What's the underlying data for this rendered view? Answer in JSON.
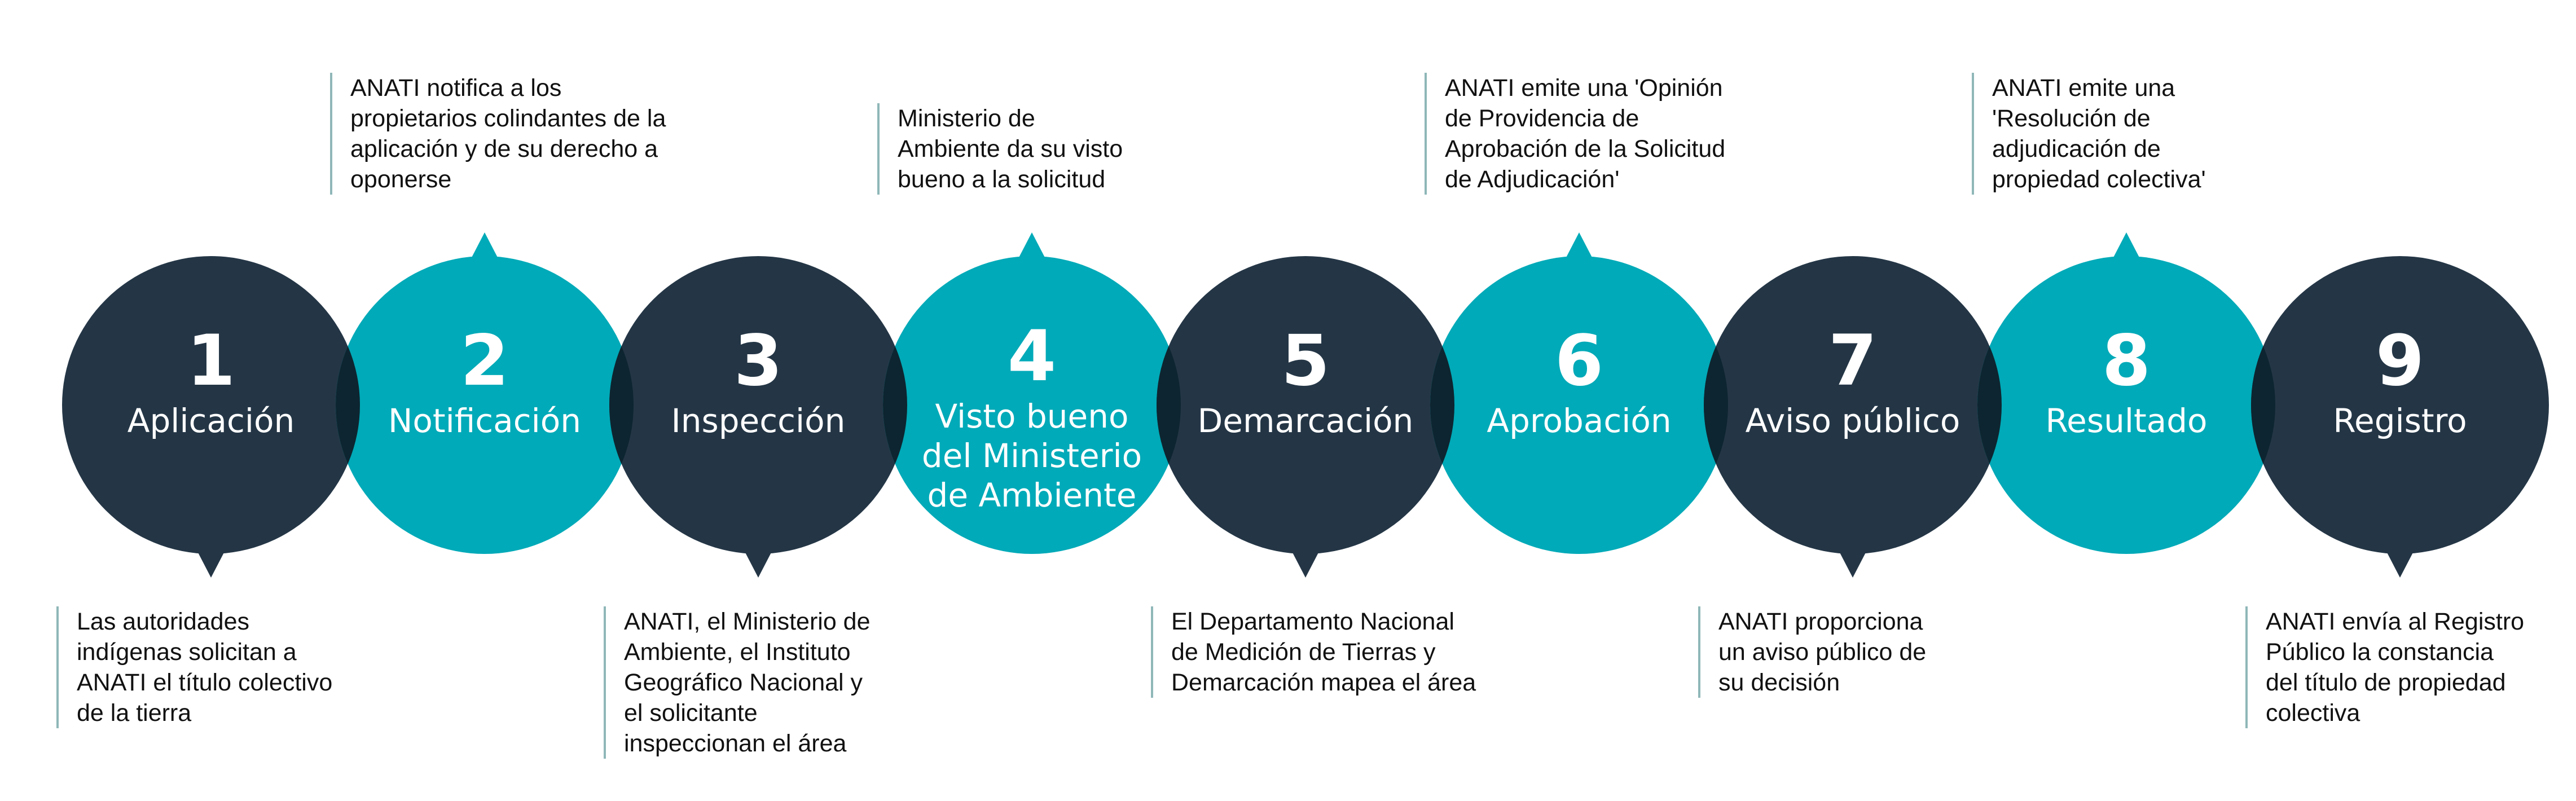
{
  "colors": {
    "dark": "#243646",
    "teal": "#00aab8",
    "overlap": "#0d2530",
    "rule": "#8fb7b8"
  },
  "steps": [
    {
      "number": "1",
      "title": [
        "Aplicación"
      ],
      "color": "dark",
      "desc_side": "bottom",
      "description": [
        "Las autoridades",
        "indígenas solicitan a",
        "ANATI el título colectivo",
        "de la tierra"
      ]
    },
    {
      "number": "2",
      "title": [
        "Notificación"
      ],
      "color": "teal",
      "desc_side": "top",
      "description": [
        "ANATI notifica a los",
        "propietarios colindantes de la",
        "aplicación y de su derecho a",
        "oponerse"
      ]
    },
    {
      "number": "3",
      "title": [
        "Inspección"
      ],
      "color": "dark",
      "desc_side": "bottom",
      "description": [
        "ANATI, el Ministerio de",
        "Ambiente, el Instituto",
        "Geográfico Nacional y",
        "el solicitante",
        "inspeccionan el área"
      ]
    },
    {
      "number": "4",
      "title": [
        "Visto bueno",
        "del Ministerio",
        "de Ambiente"
      ],
      "color": "teal",
      "desc_side": "top",
      "description": [
        "Ministerio de",
        "Ambiente da su visto",
        "bueno a la solicitud"
      ]
    },
    {
      "number": "5",
      "title": [
        "Demarcación"
      ],
      "color": "dark",
      "desc_side": "bottom",
      "description": [
        "El Departamento Nacional",
        "de Medición de Tierras y",
        "Demarcación mapea el área"
      ]
    },
    {
      "number": "6",
      "title": [
        "Aprobación"
      ],
      "color": "teal",
      "desc_side": "top",
      "description": [
        "ANATI emite una 'Opinión",
        "de Providencia de",
        "Aprobación de la Solicitud",
        "de Adjudicación'"
      ]
    },
    {
      "number": "7",
      "title": [
        "Aviso público"
      ],
      "color": "dark",
      "desc_side": "bottom",
      "description": [
        "ANATI proporciona",
        "un aviso público de",
        "su decisión"
      ]
    },
    {
      "number": "8",
      "title": [
        "Resultado"
      ],
      "color": "teal",
      "desc_side": "top",
      "description": [
        "ANATI emite una",
        "'Resolución de",
        "adjudicación de",
        "propiedad colectiva'"
      ]
    },
    {
      "number": "9",
      "title": [
        "Registro"
      ],
      "color": "dark",
      "desc_side": "bottom",
      "description": [
        "ANATI envía al Registro",
        "Público la constancia",
        "del título de propiedad",
        "colectiva"
      ]
    }
  ]
}
